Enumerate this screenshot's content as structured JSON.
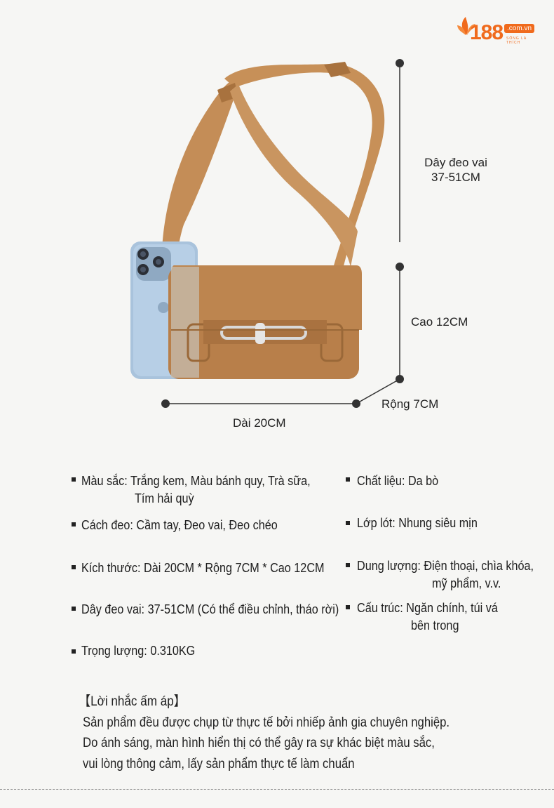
{
  "brand": {
    "number": "188",
    "domain": ".com.vn",
    "tagline": "SỐNG LÀ THÍCH"
  },
  "dimensions": {
    "strap": [
      "Dây đeo vai",
      "37-51CM"
    ],
    "height": "Cao 12CM",
    "depth": "Rộng 7CM",
    "length": "Dài 20CM"
  },
  "specs_left": [
    {
      "key": "Màu sắc:",
      "value": "Trắng kem, Màu bánh quy, Trà sữa,",
      "value2": "Tím hải quỳ"
    },
    {
      "key": "Cách đeo:",
      "value": "Cầm tay, Đeo vai, Đeo chéo"
    },
    {
      "key": "Kích thước:",
      "value": "Dài 20CM * Rộng 7CM * Cao 12CM"
    },
    {
      "key": "Dây đeo vai:",
      "value": "37-51CM (Có thể điều chỉnh, tháo rời)"
    },
    {
      "key": "Trọng lượng:",
      "value": "0.310KG"
    }
  ],
  "specs_right": [
    {
      "key": "Chất liệu:",
      "value": "Da bò"
    },
    {
      "key": "Lớp lót:",
      "value": "Nhung siêu mịn"
    },
    {
      "key": "Dung lượng:",
      "value": "Điện thoại, chìa khóa,",
      "value2": "mỹ phẩm, v.v."
    },
    {
      "key": "Cấu trúc:",
      "value": "Ngăn chính, túi vá",
      "value2": "bên trong"
    }
  ],
  "note": {
    "title": "【Lời nhắc ấm áp】",
    "lines": [
      "Sản phẩm đều được chụp từ thực tế bởi nhiếp ảnh gia chuyên nghiệp.",
      "Do ánh sáng, màn hình hiển thị có thể gây ra sự khác biệt màu sắc,",
      "vui lòng thông cảm, lấy sản phẩm thực tế làm chuẩn"
    ]
  },
  "colors": {
    "bag": "#b8804a",
    "strap": "#c48d57",
    "brand": "#f06a1c",
    "phone": "#a9c3dc"
  }
}
